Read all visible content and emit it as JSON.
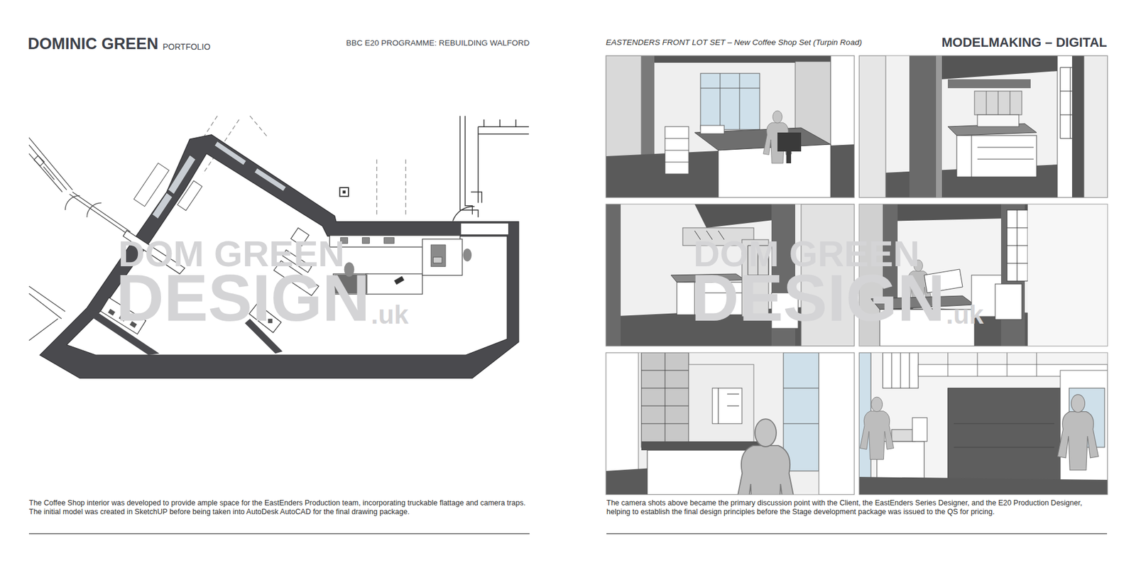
{
  "diagram": {
    "title": "DOMINIC GREEN",
    "caption": "The Coffee Shop interior was developed to provide ample space for the EastEnders Production team, incorporating truckable flattage and camera traps. The initial model was created in SketchUP before being taken into AutoDesk AutoCAD for the final drawing package.",
    "labels": [
      "PORTFOLIO",
      "BBC E20 PROGRAMME: REBUILDING WALFORD",
      "EASTENDERS FRONT LOT SET – New Coffee Shop Set (Turpin Road)",
      "MODELMAKING – DIGITAL",
      "The camera shots above became the primary discussion point with the Client, the EastEnders Series Designer, and the E20 Production Designer, helping to establish the final design principles before the Stage development package was issued to the QS for pricing.",
      "DOM GREEN",
      "DESIGN",
      ".uk",
      "DOM GREEN",
      "DESIGN",
      ".uk"
    ]
  }
}
